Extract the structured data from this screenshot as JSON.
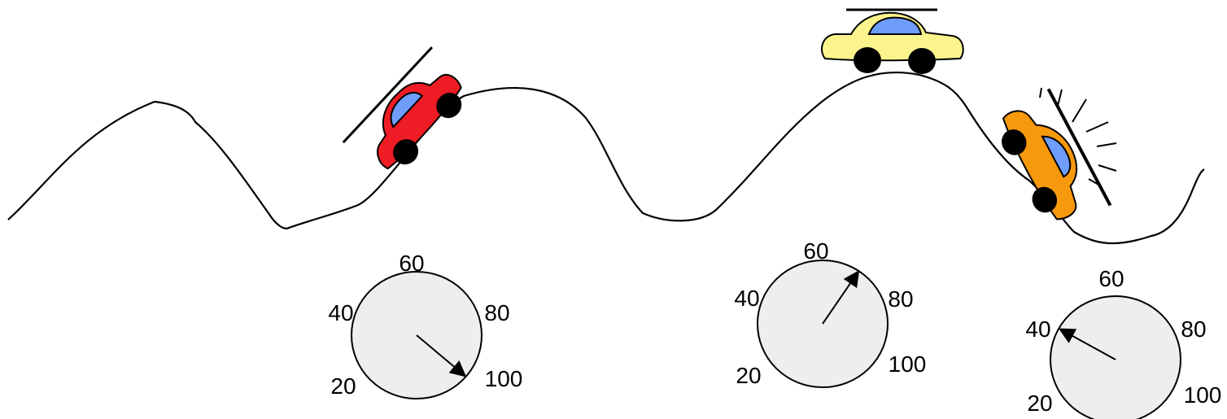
{
  "colors": {
    "car_1_body": "#ee1c24",
    "car_2_body": "#fbf48c",
    "car_3_body": "#f7990c",
    "window": "#6f9dfc",
    "wheel": "#000000",
    "dial_face": "#eeeeee",
    "line": "#000000"
  },
  "cars": [
    {
      "id": "car-uphill",
      "position": "climbing slope",
      "speedometer": {
        "reading": 100
      }
    },
    {
      "id": "car-crest",
      "position": "hill top",
      "speedometer": {
        "reading": 70
      }
    },
    {
      "id": "car-downhill",
      "position": "descending slope",
      "speedometer": {
        "reading": 40
      }
    }
  ],
  "speedometer_scale": {
    "labels": [
      "20",
      "40",
      "60",
      "80",
      "100"
    ]
  }
}
